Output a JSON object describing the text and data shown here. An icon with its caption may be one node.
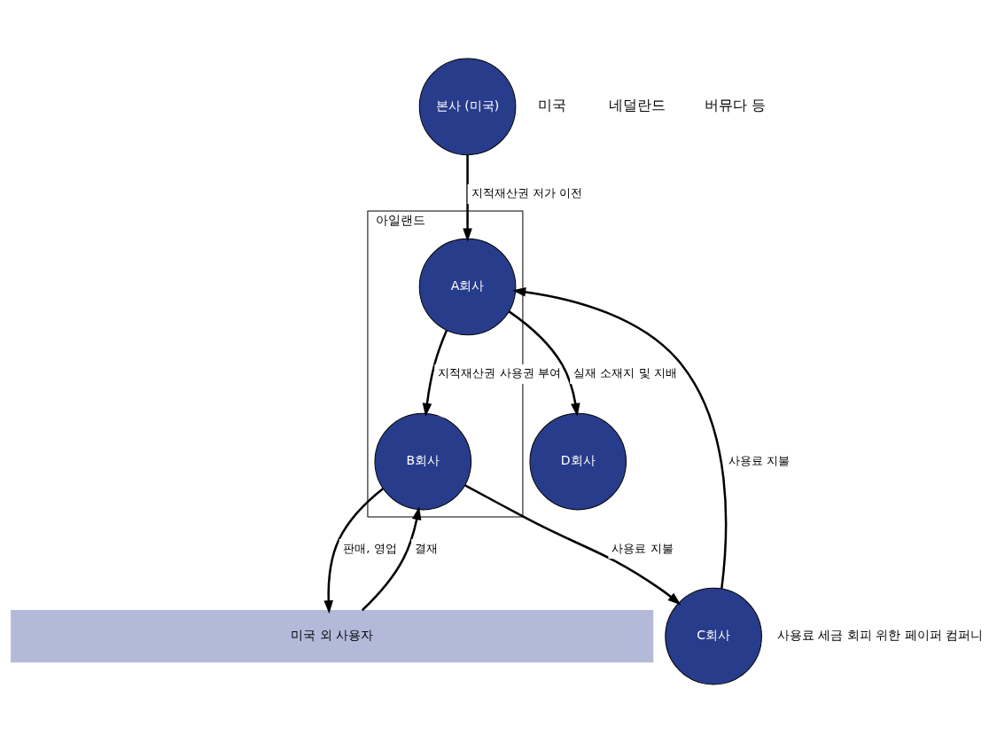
{
  "diagram": {
    "nodes": [
      {
        "text": [
          "본사 (미국)"
        ]
      },
      {
        "text": [
          "아일랜드"
        ]
      },
      {
        "text": [
          "A회사"
        ],
        "in": 1
      },
      {
        "text": [
          "B회사"
        ],
        "in": 1
      },
      {
        "text": [
          "C회사"
        ],
        "beside": [
          "사용료 세금 회피 위한 페이퍼 컴퍼니"
        ]
      },
      {
        "text": [
          "D회사"
        ]
      },
      {
        "text": [
          "미국 외 사용자"
        ]
      }
    ],
    "edges": [
      {
        "from": 0,
        "to": 2,
        "arrow": "to",
        "label": "지적재산권 저가 이전"
      },
      {
        "from": 2,
        "to": 3,
        "arrow": "to",
        "label": "지적재산권 사용권 부여"
      },
      {
        "from": 4,
        "to": 2,
        "arrow": "to",
        "label": "사용료 지불"
      },
      {
        "from": 3,
        "to": 4,
        "arrow": "to",
        "label": "사용료 지불"
      },
      {
        "from": 2,
        "to": 5,
        "arrow": "to",
        "label": "실재 소재지 및 지배"
      },
      {
        "from": 6,
        "to": 3,
        "arrow": "to",
        "label": "결재"
      },
      {
        "from": 3,
        "to": 6,
        "arrow": "to",
        "label": "판매, 영업"
      }
    ],
    "labels": [
      "미국",
      "네덜란드",
      "버뮤다 등"
    ]
  }
}
